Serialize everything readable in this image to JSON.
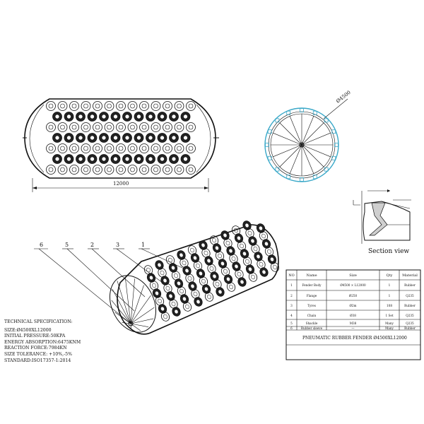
{
  "drawing": {
    "dim_length": "12000",
    "dim_diameter": "Ø4500",
    "section_view_label": "Section view",
    "callouts": [
      "6",
      "5",
      "2",
      "3",
      "1"
    ]
  },
  "spec": {
    "heading": "TECHNICAL SPECIFICATION:",
    "lines": [
      "SIZE:Ø4500XL12000",
      "INITIAL PRESSURE:50KPA",
      "ENERGY ABSORPTION:6475KNM",
      "REACTION FORCE:7984KN",
      "SIZE TOLERANCE: +10%,-5%",
      "STANDARD:ISO17357-1:2014"
    ]
  },
  "table": {
    "headers": [
      "NO",
      "Name",
      "Size",
      "Qty",
      "Material"
    ],
    "rows": [
      [
        "1",
        "Fender Body",
        "Ø4500 × L12000",
        "1",
        "Rubber"
      ],
      [
        "2",
        "Flange",
        "Ø250",
        "1",
        "Q235"
      ],
      [
        "3",
        "Tyres",
        "Ø2m",
        "108",
        "Rubber"
      ],
      [
        "4",
        "Chain",
        "Ø38",
        "1 Set",
        "Q235"
      ],
      [
        "5",
        "Shackle",
        "M38",
        "Many",
        "Q235"
      ],
      [
        "6",
        "Rubber sleeve",
        "—",
        "Many",
        "Rubber"
      ]
    ],
    "title": "PNEUMATIC RUBBER FENDER   Ø4500XL12000"
  }
}
